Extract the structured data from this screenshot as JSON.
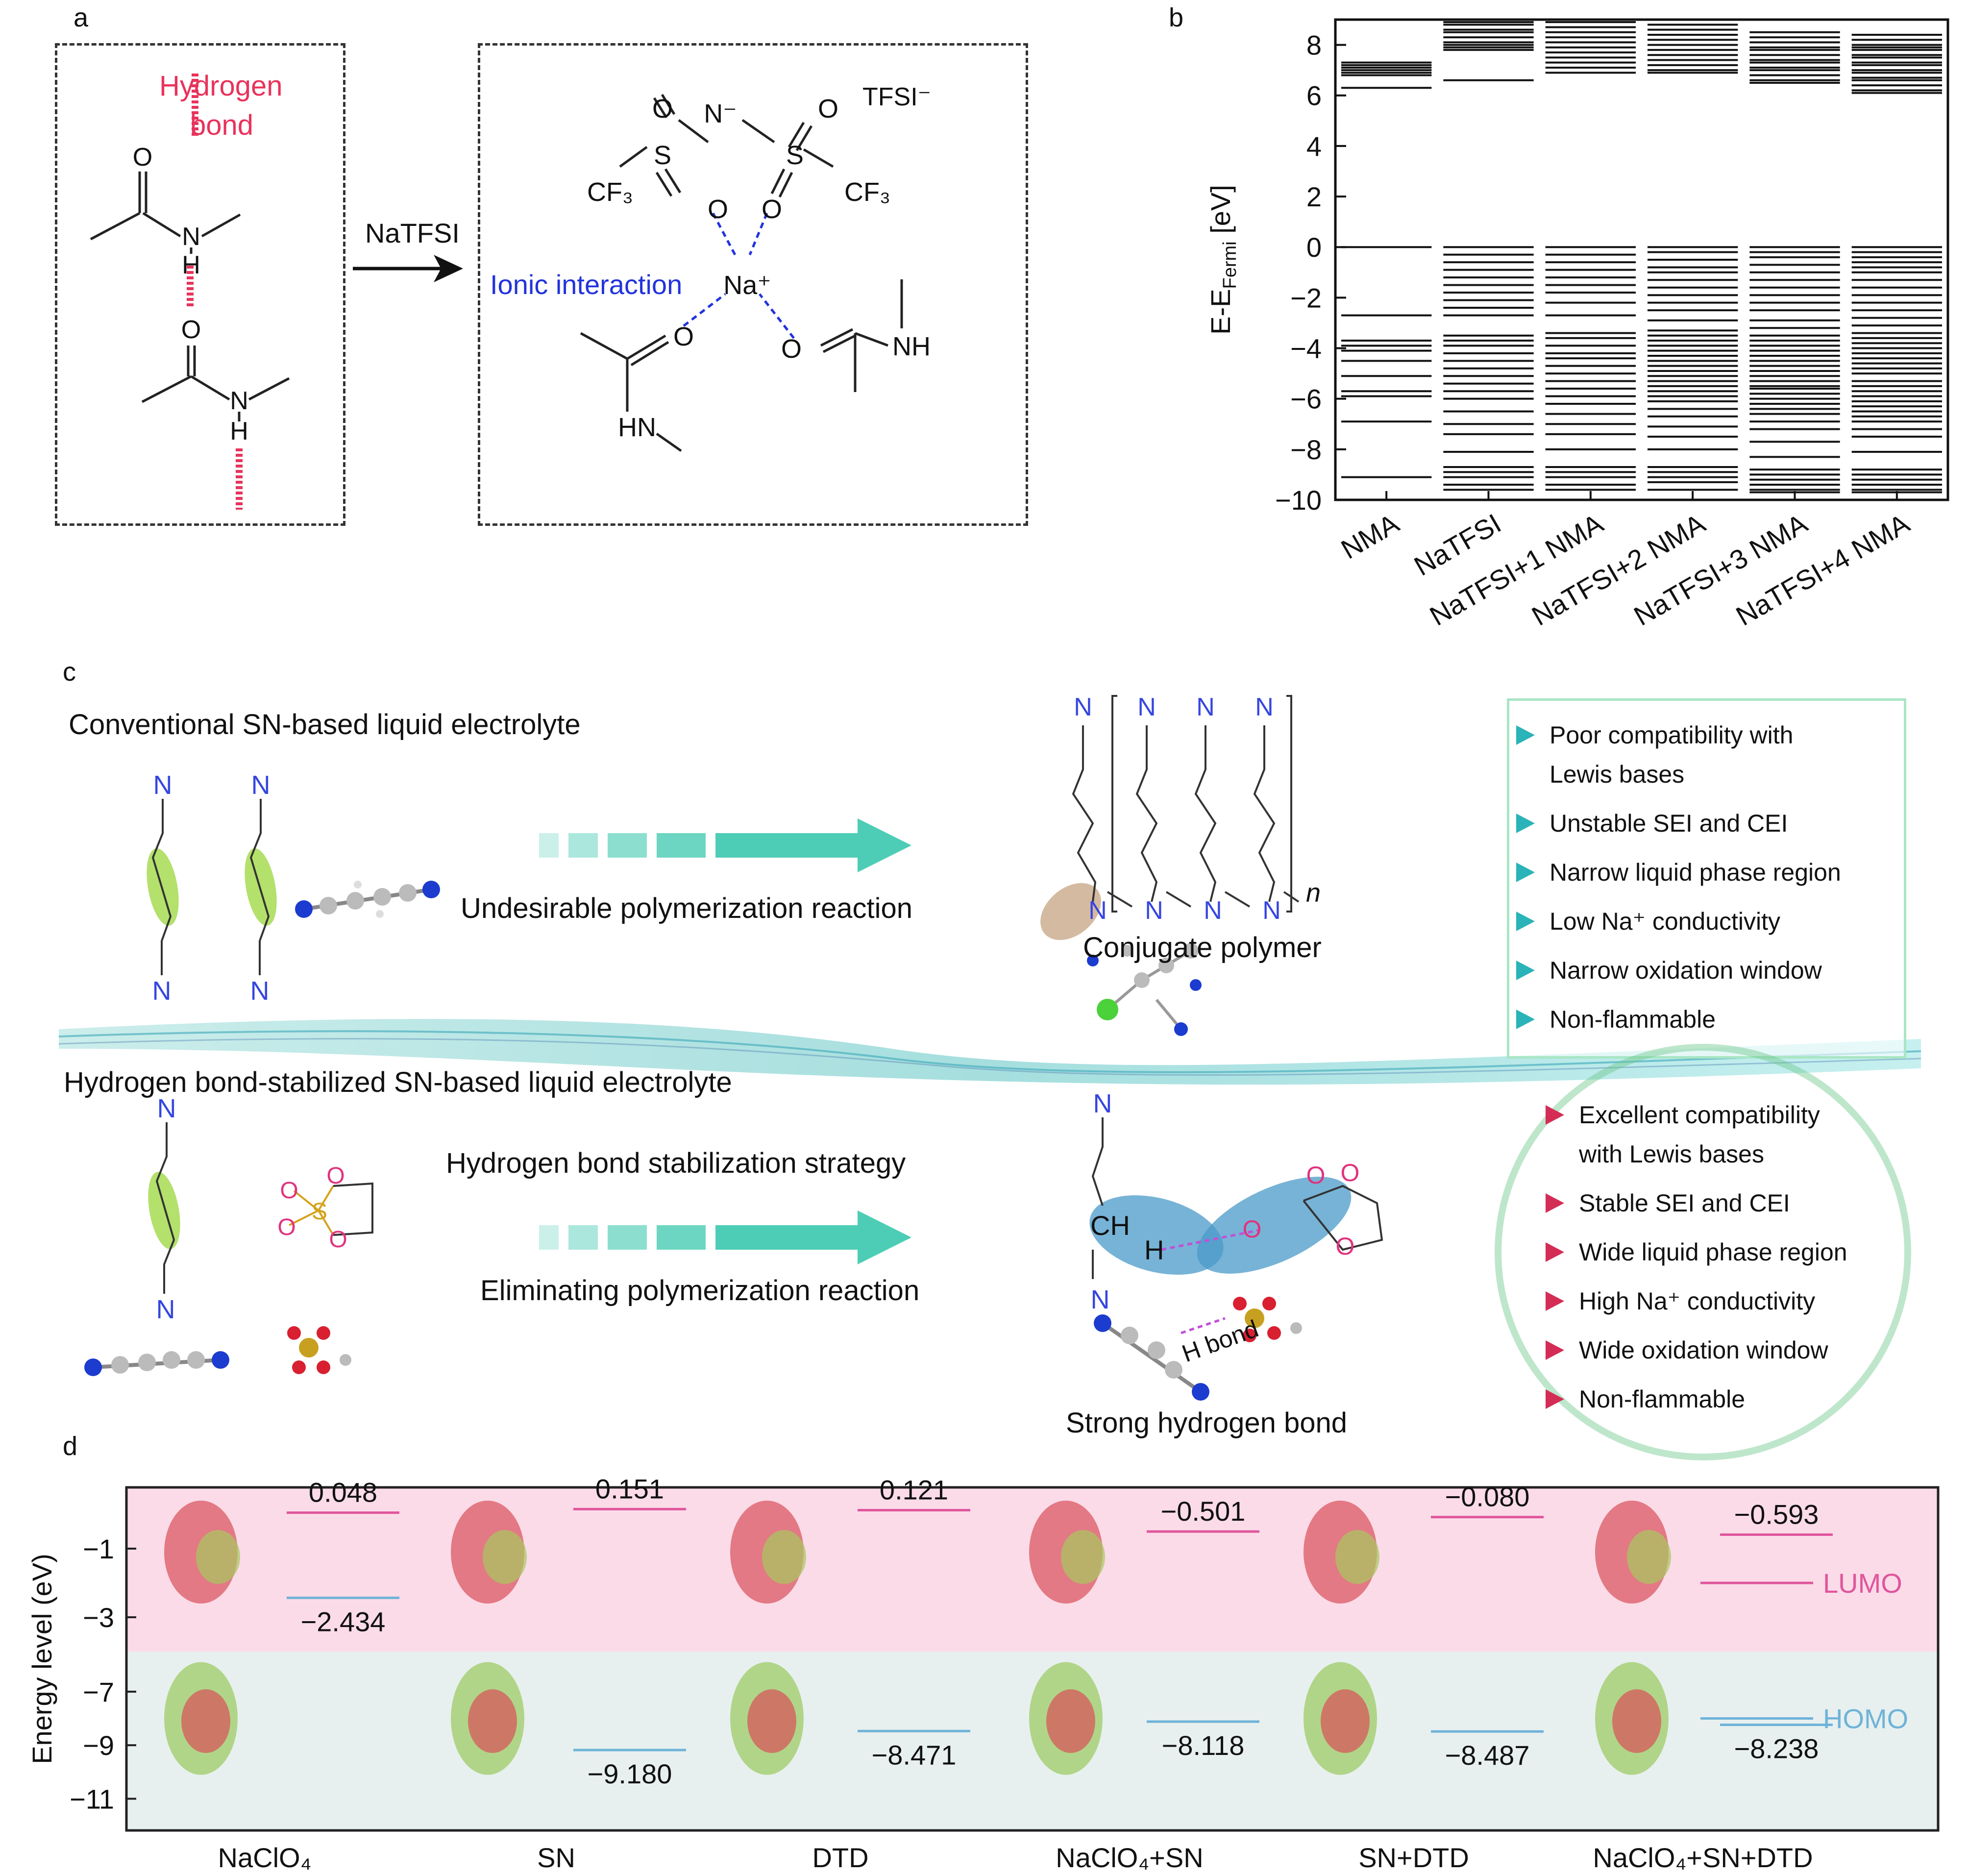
{
  "panels": {
    "a": "a",
    "b": "b",
    "c": "c",
    "d": "d"
  },
  "panel_a": {
    "hydrogen_bond": [
      "Hydrogen",
      "bond"
    ],
    "arrow_label": "NaTFSI",
    "tfsi": "TFSI⁻",
    "ionic": "Ionic interaction",
    "na": "Na⁺",
    "atoms": {
      "O": "O",
      "N": "N",
      "H": "H",
      "S": "S",
      "Nminus": "N⁻",
      "CF3": "CF₃",
      "NH": "NH",
      "HN": "HN"
    }
  },
  "panel_b": {
    "chart_data": {
      "type": "energy-level diagram",
      "ylabel": "E-E_Fermi [eV]",
      "ylim": [
        -10,
        9
      ],
      "yticks": [
        -10,
        -8,
        -6,
        -4,
        -2,
        0,
        2,
        4,
        6,
        8
      ],
      "categories": [
        "NMA",
        "NaTFSI",
        "NaTFSI+1 NMA",
        "NaTFSI+2 NMA",
        "NaTFSI+3 NMA",
        "NaTFSI+4 NMA"
      ],
      "levels": [
        [
          7.3,
          7.2,
          7.1,
          7.0,
          6.9,
          6.8,
          6.3,
          0.0,
          -2.7,
          -3.7,
          -3.9,
          -4.1,
          -4.5,
          -5.1,
          -5.7,
          -5.9,
          -6.9,
          -9.1
        ],
        [
          8.9,
          8.8,
          8.6,
          8.5,
          8.3,
          8.1,
          8.0,
          7.9,
          7.8,
          6.6,
          0.0,
          -0.3,
          -0.6,
          -0.9,
          -1.2,
          -1.5,
          -1.8,
          -2.1,
          -2.4,
          -2.7,
          -3.5,
          -3.7,
          -3.9,
          -4.2,
          -4.5,
          -4.8,
          -5.1,
          -5.4,
          -5.7,
          -6.0,
          -6.5,
          -7.0,
          -7.4,
          -8.1,
          -8.7,
          -8.9,
          -9.1,
          -9.4,
          -9.6
        ],
        [
          8.9,
          8.7,
          8.5,
          8.3,
          8.1,
          7.9,
          7.7,
          7.5,
          7.3,
          7.1,
          6.9,
          0.0,
          -0.3,
          -0.6,
          -0.9,
          -1.2,
          -1.5,
          -1.8,
          -2.2,
          -2.7,
          -3.4,
          -3.6,
          -3.9,
          -4.2,
          -4.4,
          -4.7,
          -5.0,
          -5.3,
          -5.6,
          -5.9,
          -6.2,
          -6.6,
          -7.0,
          -7.4,
          -8.0,
          -8.7,
          -8.9,
          -9.1,
          -9.4,
          -9.6
        ],
        [
          8.8,
          8.6,
          8.4,
          8.2,
          8.0,
          7.8,
          7.6,
          7.4,
          7.2,
          7.0,
          6.9,
          0.0,
          -0.2,
          -0.5,
          -0.8,
          -1.0,
          -1.3,
          -1.6,
          -1.9,
          -2.2,
          -2.5,
          -2.9,
          -3.3,
          -3.5,
          -3.7,
          -3.9,
          -4.1,
          -4.3,
          -4.5,
          -4.7,
          -4.9,
          -5.1,
          -5.3,
          -5.5,
          -5.7,
          -5.9,
          -6.1,
          -6.4,
          -6.7,
          -7.1,
          -7.5,
          -8.0,
          -8.7,
          -8.9,
          -9.1,
          -9.3,
          -9.6
        ],
        [
          8.5,
          8.3,
          8.1,
          7.9,
          7.8,
          7.6,
          7.4,
          7.3,
          7.1,
          7.0,
          6.8,
          6.6,
          6.5,
          0.0,
          -0.2,
          -0.4,
          -0.7,
          -1.0,
          -1.3,
          -1.6,
          -1.9,
          -2.2,
          -2.5,
          -2.9,
          -3.2,
          -3.5,
          -3.7,
          -3.9,
          -4.1,
          -4.3,
          -4.5,
          -4.7,
          -4.9,
          -5.1,
          -5.3,
          -5.5,
          -5.6,
          -5.8,
          -6.0,
          -6.2,
          -6.4,
          -6.6,
          -6.9,
          -7.2,
          -7.7,
          -8.3,
          -8.8,
          -9.0,
          -9.2,
          -9.4,
          -9.6,
          -9.7
        ],
        [
          8.4,
          8.2,
          8.0,
          7.9,
          7.8,
          7.6,
          7.5,
          7.3,
          7.2,
          7.0,
          6.9,
          6.7,
          6.6,
          6.4,
          6.2,
          6.1,
          0.0,
          -0.2,
          -0.4,
          -0.6,
          -0.8,
          -1.0,
          -1.3,
          -1.6,
          -1.9,
          -2.2,
          -2.5,
          -2.8,
          -3.1,
          -3.4,
          -3.6,
          -3.8,
          -4.0,
          -4.2,
          -4.4,
          -4.6,
          -4.8,
          -5.0,
          -5.3,
          -5.5,
          -5.7,
          -5.9,
          -6.1,
          -6.3,
          -6.5,
          -6.7,
          -6.9,
          -7.2,
          -7.5,
          -8.1,
          -8.8,
          -9.0,
          -9.2,
          -9.4,
          -9.6,
          -9.7
        ]
      ]
    }
  },
  "panel_c": {
    "top_title": "Conventional SN-based liquid electrolyte",
    "top_arrow_label": "Undesirable polymerization reaction",
    "polymer_label": "Conjugate polymer",
    "polymer_n": "n",
    "bottom_title": "Hydrogen bond-stabilized SN-based liquid electrolyte",
    "bottom_arrow_top": "Hydrogen bond stabilization strategy",
    "bottom_arrow_bottom": "Eliminating polymerization reaction",
    "hbond_label": "Strong hydrogen bond",
    "hbond_short": "H bond",
    "ch": "CH",
    "h": "H",
    "top_bullets": [
      "Poor compatibility with",
      "Lewis bases",
      "Unstable SEI and CEI",
      "Narrow liquid phase region",
      "Low  Na⁺ conductivity",
      "Narrow oxidation window",
      "Non-flammable"
    ],
    "bottom_bullets": [
      "Excellent compatibility",
      "with Lewis bases",
      "Stable SEI and CEI",
      "Wide liquid phase region",
      "High Na⁺ conductivity",
      "Wide oxidation window",
      "Non-flammable"
    ],
    "colors": {
      "top_arrow": "#2ec4a8",
      "top_bullet": "#2ab3b8",
      "bottom_bullet": "#d42d55"
    }
  },
  "panel_d": {
    "chart_data": {
      "type": "energy-level diagram",
      "ylabel": "Energy level (eV)",
      "yticks": [
        -1,
        -3,
        -7,
        -9,
        -11
      ],
      "categories": [
        "NaClO₄",
        "SN",
        "DTD",
        "NaClO₄+SN",
        "SN+DTD",
        "NaClO₄+SN+DTD"
      ],
      "lumo": [
        0.048,
        0.151,
        0.121,
        -0.501,
        -0.08,
        -0.593
      ],
      "homo": [
        -2.434,
        -9.18,
        -8.471,
        -8.118,
        -8.487,
        -8.238
      ],
      "lumo_labels": [
        "0.048",
        "0.151",
        "0.121",
        "−0.501",
        "−0.080",
        "−0.593"
      ],
      "homo_labels": [
        "−2.434",
        "−9.180",
        "−8.471",
        "−8.118",
        "−8.487",
        "−8.238"
      ],
      "lumo_legend": "LUMO",
      "homo_legend": "HOMO",
      "lumo_color": "#e0559c",
      "homo_color": "#6fb3d8"
    },
    "tick_labels": [
      "−1",
      "−3",
      "−7",
      "−9",
      "−11"
    ]
  }
}
